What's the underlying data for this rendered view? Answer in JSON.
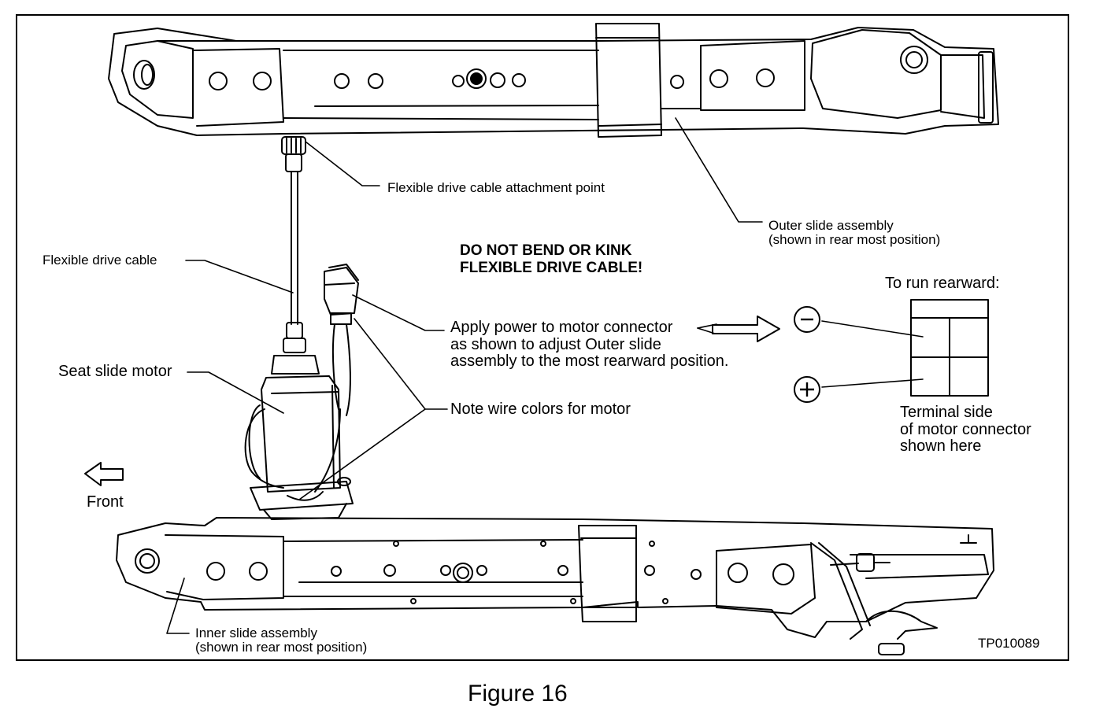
{
  "labels": {
    "cable_attach": "Flexible drive cable attachment point",
    "outer_slide": [
      "Outer slide assembly",
      "(shown in rear most position)"
    ],
    "warning": [
      "DO NOT BEND OR KINK",
      "FLEXIBLE DRIVE CABLE!"
    ],
    "flex_cable": "Flexible drive cable",
    "run_rearward": "To run rearward:",
    "apply_power": [
      "Apply power to motor connector",
      "as shown to adjust Outer slide",
      "assembly to the most rearward position."
    ],
    "seat_motor": "Seat slide motor",
    "wire_colors": "Note wire colors for motor",
    "terminal_side": [
      "Terminal side",
      "of motor connector",
      "shown here"
    ],
    "front": "Front",
    "inner_slide": [
      "Inner slide assembly",
      "(shown in rear most position)"
    ],
    "code": "TP010089",
    "caption": "Figure 16",
    "minus": "−",
    "plus": "+"
  },
  "colors": {
    "line": "#000000",
    "background": "#ffffff"
  }
}
